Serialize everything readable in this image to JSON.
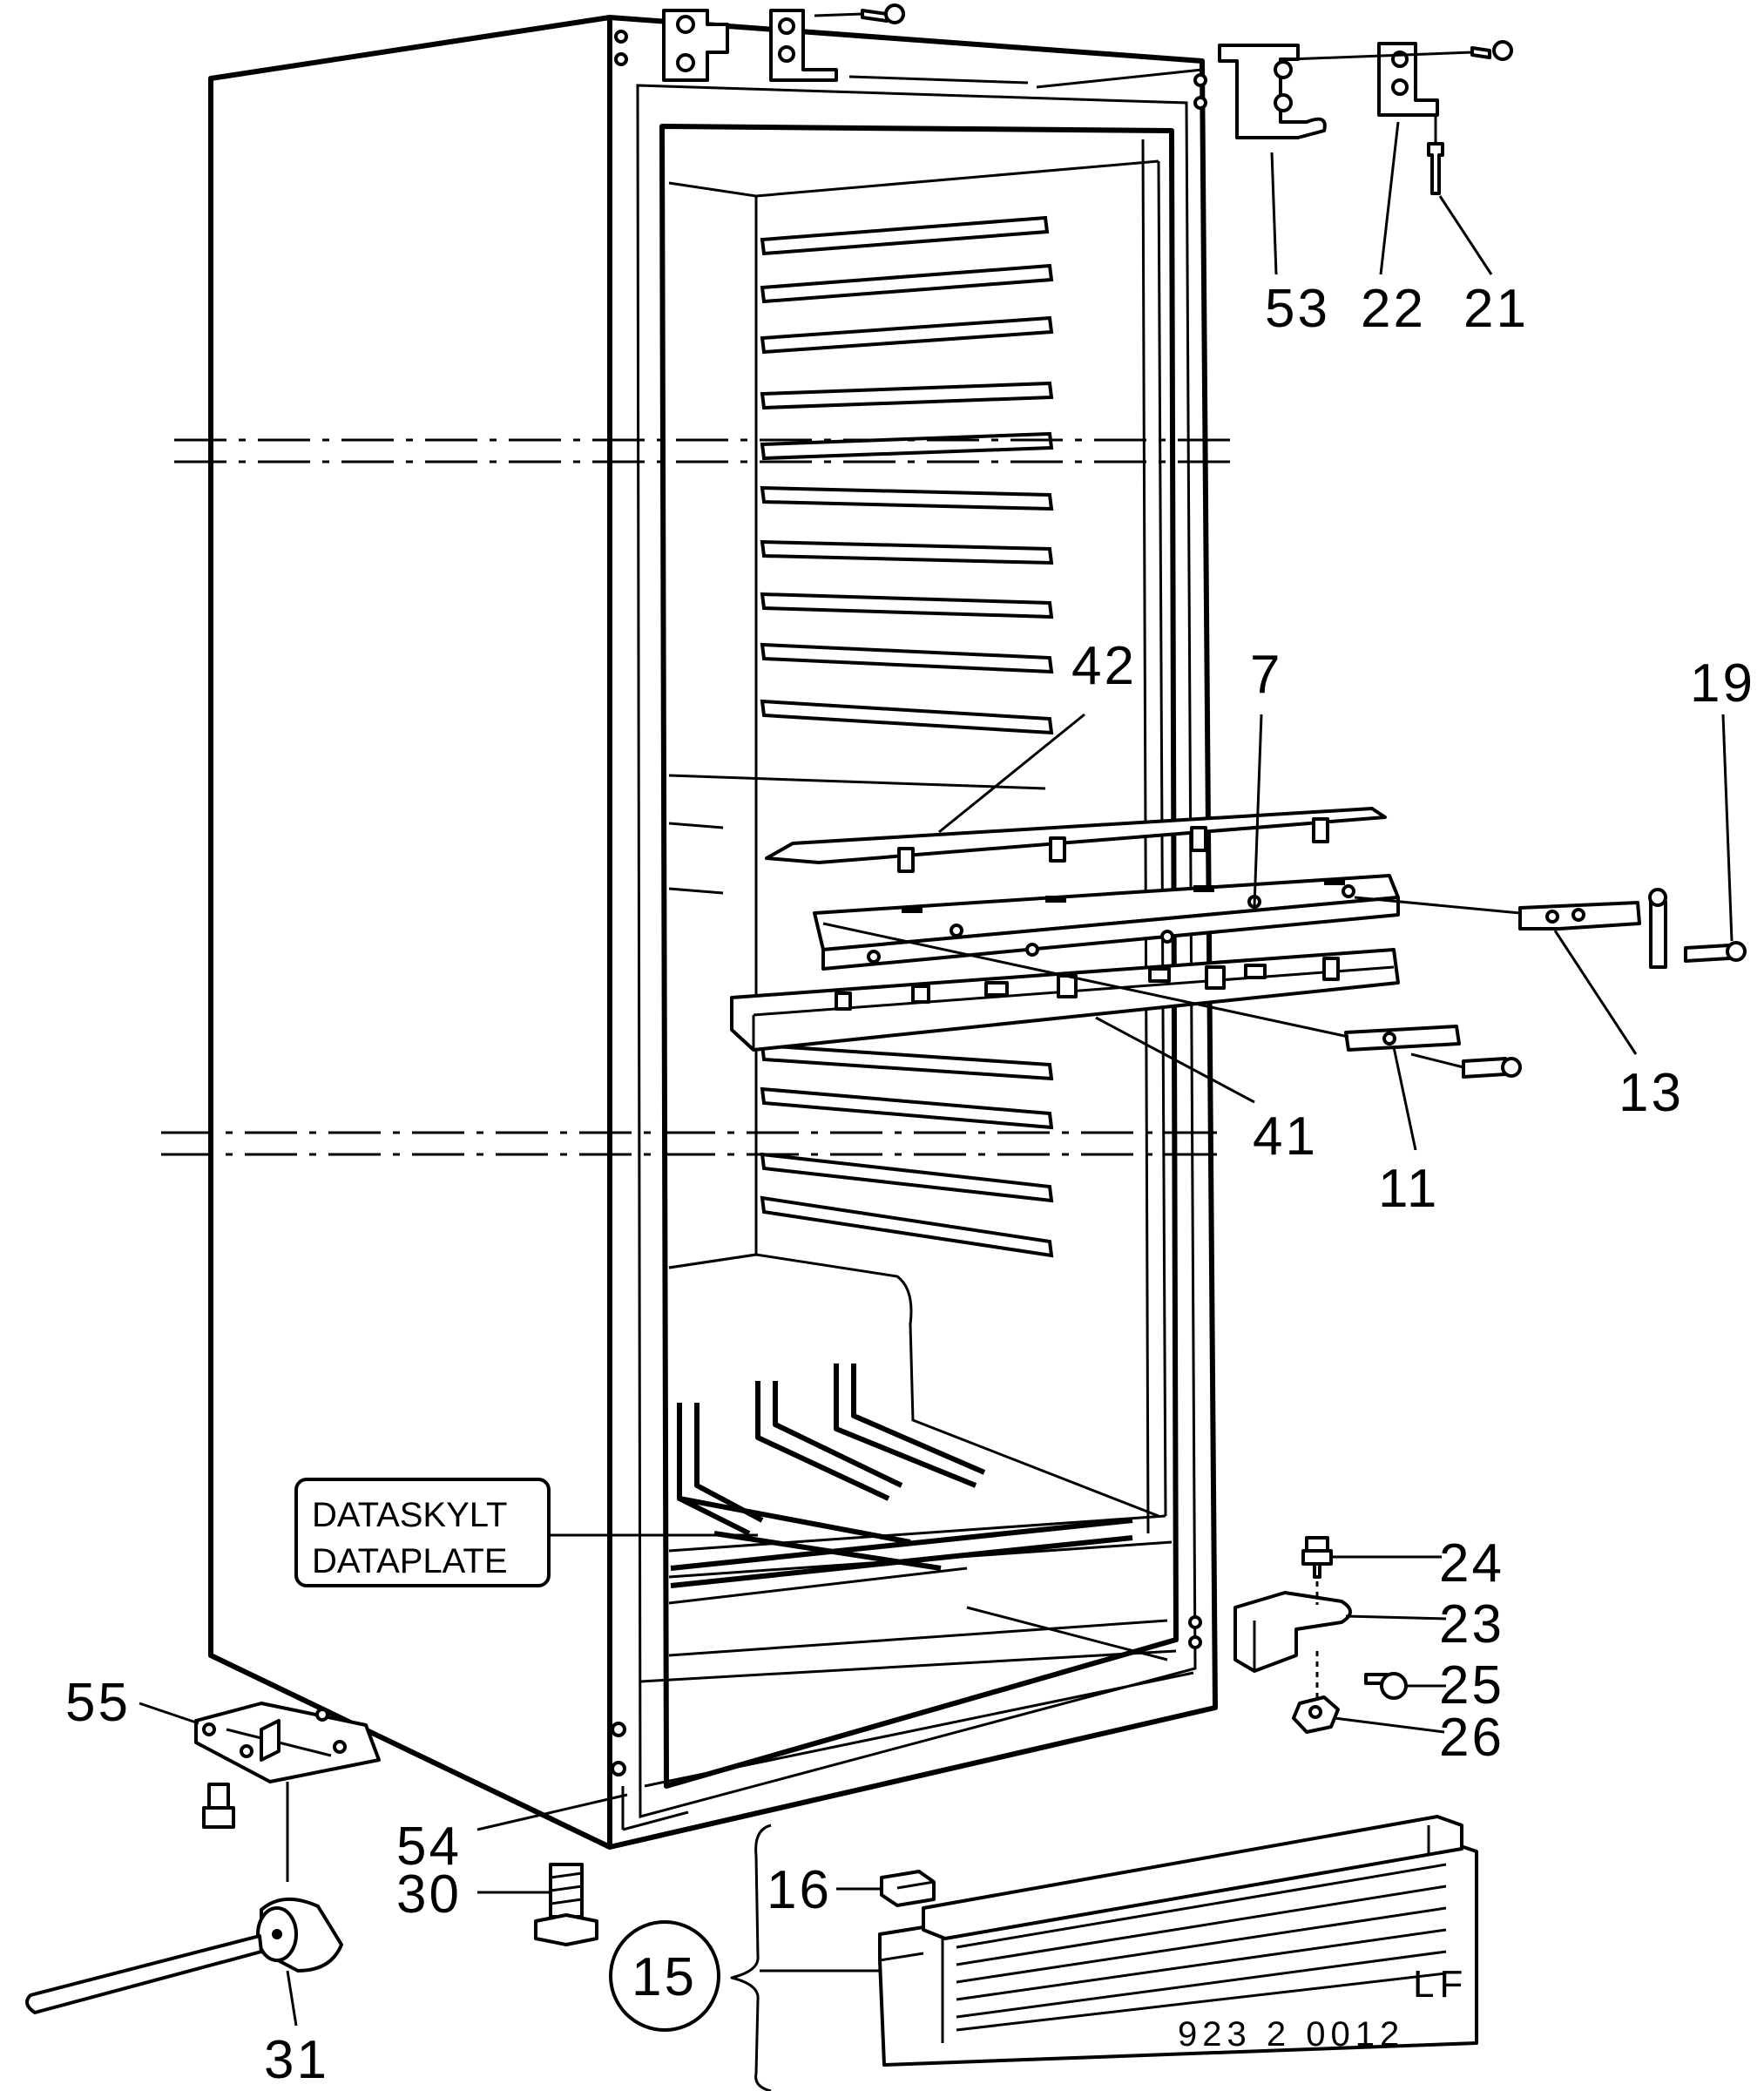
{
  "parts": {
    "p53": "53",
    "p22": "22",
    "p21": "21",
    "p42": "42",
    "p7": "7",
    "p19": "19",
    "p13": "13",
    "p41": "41",
    "p11": "11",
    "p24": "24",
    "p23": "23",
    "p25": "25",
    "p26": "26",
    "p55": "55",
    "p54": "54",
    "p30": "30",
    "p16": "16",
    "p15": "15",
    "p31": "31"
  },
  "data_plate": {
    "line1": "DATASKYLT",
    "line2": "DATAPLATE"
  },
  "footer": {
    "variant": "LF",
    "drawing_number": "923 2 0012"
  }
}
